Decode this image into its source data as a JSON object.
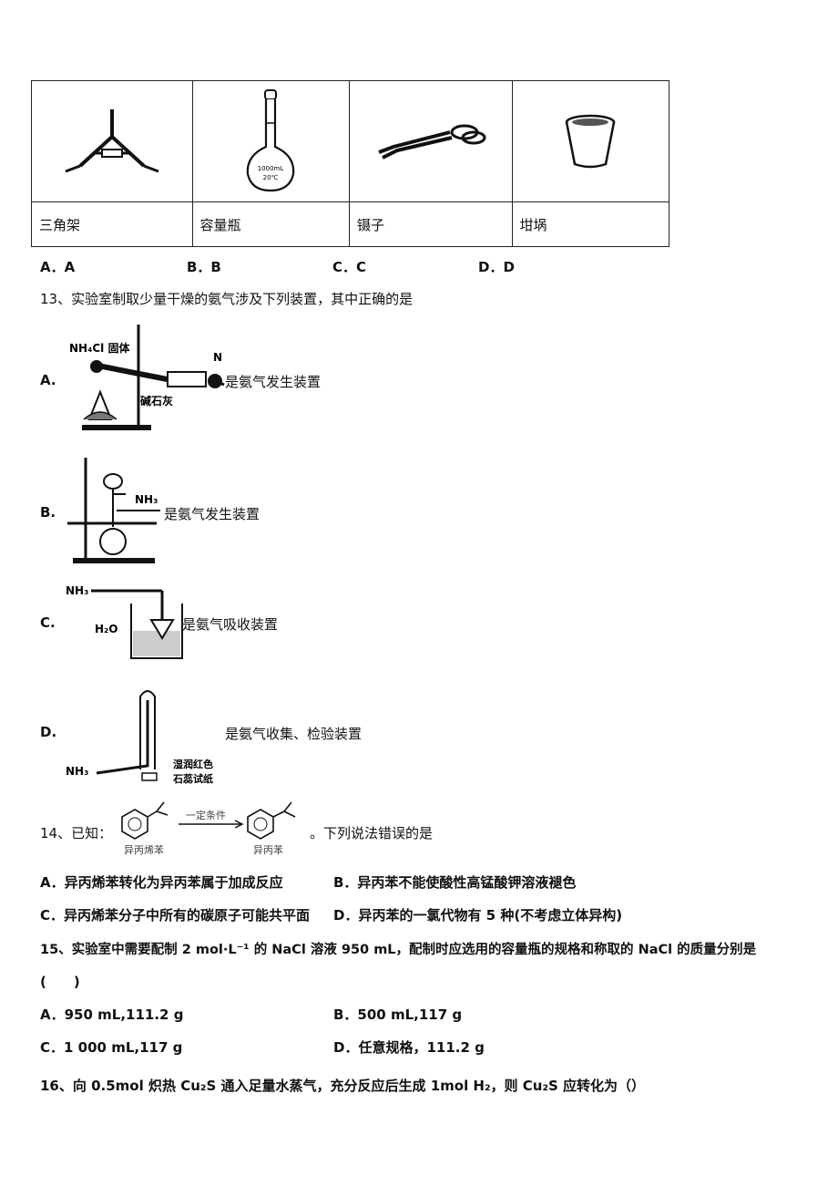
{
  "q12": {
    "items": [
      {
        "name": "三角架",
        "icon": "triangle-frame-icon"
      },
      {
        "name": "容量瓶",
        "icon": "volumetric-flask-icon",
        "flask_label_1": "1000mL",
        "flask_label_2": "20℃"
      },
      {
        "name": "镊子",
        "icon": "tweezers-icon"
      },
      {
        "name": "坩埚",
        "icon": "crucible-icon"
      }
    ],
    "options": [
      "A．A",
      "B．B",
      "C．C",
      "D．D"
    ]
  },
  "q13": {
    "stem": "13、实验室制取少量干燥的氨气涉及下列装置，其中正确的是",
    "a": {
      "letter": "A.",
      "desc": "是氨气发生装置",
      "label_solid": "NH₄Cl 固体",
      "label_top": "N",
      "label_lime": "碱石灰"
    },
    "b": {
      "letter": "B.",
      "desc": "是氨气发生装置",
      "label_gas": "NH₃"
    },
    "c": {
      "letter": "C.",
      "desc": "是氨气吸收装置",
      "label_gas": "NH₃",
      "label_water": "H₂O"
    },
    "d": {
      "letter": "D.",
      "desc": "是氨气收集、检验装置",
      "label_gas": "NH₃",
      "label_paper_1": "湿润红色",
      "label_paper_2": "石蕊试纸"
    }
  },
  "q14": {
    "prefix": "14、已知：",
    "suffix": "。下列说法错误的是",
    "reactant": "异丙烯苯",
    "product": "异丙苯",
    "condition": "一定条件",
    "options": [
      "A．异丙烯苯转化为异丙苯属于加成反应",
      "B．异丙苯不能使酸性高锰酸钾溶液褪色",
      "C．异丙烯苯分子中所有的碳原子可能共平面",
      "D．异丙苯的一氯代物有 5 种(不考虑立体异构)"
    ]
  },
  "q15": {
    "stem": "15、实验室中需要配制 2 mol·L⁻¹ 的 NaCl 溶液 950 mL，配制时应选用的容量瓶的规格和称取的 NaCl 的质量分别是",
    "blank": "(　　)",
    "options": [
      "A．950 mL,111.2 g",
      "B．500 mL,117 g",
      "C．1 000 mL,117 g",
      "D．任意规格，111.2 g"
    ]
  },
  "q16": {
    "stem": "16、向 0.5mol 炽热 Cu₂S 通入足量水蒸气，充分反应后生成 1mol H₂，则 Cu₂S 应转化为（）"
  }
}
